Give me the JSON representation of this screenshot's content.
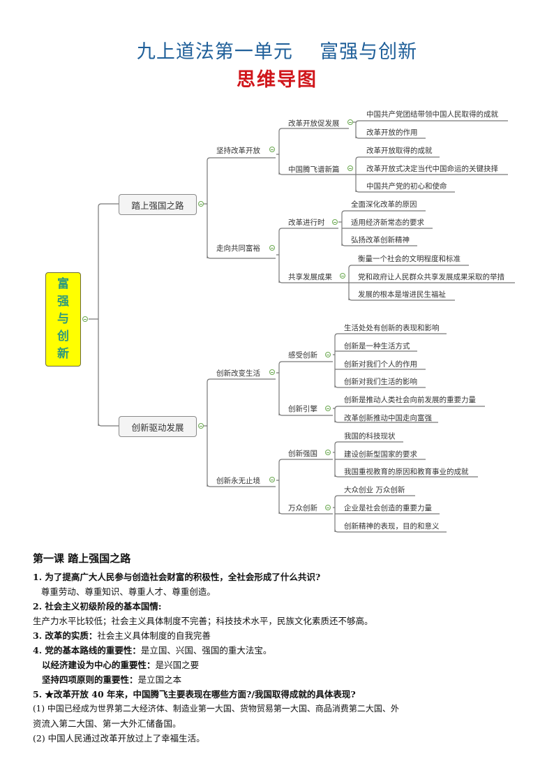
{
  "title": {
    "line1": "九上道法第一单元    富强与创新",
    "line2": "思维导图"
  },
  "colors": {
    "title_blue": "#1f5f99",
    "title_red": "#d0161b",
    "root_bg": "#ffff00",
    "root_text": "#2f9a7c",
    "toggle_green": "#6aa84f"
  },
  "mindmap": {
    "root": {
      "label_chars": [
        "富",
        "强",
        "与",
        "创",
        "新"
      ]
    },
    "branches": [
      {
        "label": "踏上强国之路",
        "children": [
          {
            "label": "坚持改革开放",
            "children": [
              {
                "label": "改革开放促发展",
                "children": [
                  "中国共产党团结带领中国人民取得的成就",
                  "改革开放的作用"
                ]
              },
              {
                "label": "中国腾飞谱新篇",
                "children": [
                  "改革开放取得的成就",
                  "改革开放式决定当代中国命运的关键抉择",
                  "中国共产党的初心和使命"
                ]
              }
            ]
          },
          {
            "label": "走向共同富裕",
            "children": [
              {
                "label": "改革进行时",
                "children": [
                  "全面深化改革的原因",
                  "适用经济新常态的要求",
                  "弘扬改革创新精神"
                ]
              },
              {
                "label": "共享发展成果",
                "children": [
                  "衡量一个社会的文明程度和标准",
                  "党和政府让人民群众共享发展成果采取的举措",
                  "发展的根本是增进民生福祉"
                ]
              }
            ]
          }
        ]
      },
      {
        "label": "创新驱动发展",
        "children": [
          {
            "label": "创新改变生活",
            "children": [
              {
                "label": "感受创新",
                "children": [
                  "生活处处有创新的表现和影响",
                  "创新是一种生活方式",
                  "创新对我们个人的作用",
                  "创新对我们生活的影响"
                ]
              },
              {
                "label": "创新引擎",
                "children": [
                  "创新是推动人类社会向前发展的重要力量",
                  "改革创新推动中国走向富强"
                ]
              }
            ]
          },
          {
            "label": "创新永无止境",
            "children": [
              {
                "label": "创新强国",
                "children": [
                  "我国的科技现状",
                  "建设创新型国家的要求",
                  "我国重视教育的原因和教育事业的成就"
                ]
              },
              {
                "label": "万众创新",
                "children": [
                  "大众创业  万众创新",
                  "企业是社会创造的重要力量",
                  "创新精神的表现，目的和意义"
                ]
              }
            ]
          }
        ]
      }
    ]
  },
  "notes": {
    "lesson_title": "第一课  踏上强国之路",
    "lines": [
      {
        "bold": "1. 为了提高广大人民参与创造社会财富的积极性，全社会形成了什么共识?",
        "text": ""
      },
      {
        "bold": "",
        "text": "   尊重劳动、尊重知识、尊重人才、尊重创造。"
      },
      {
        "bold": "2.  社会主义初级阶段的基本国情:",
        "text": ""
      },
      {
        "bold": "",
        "text": "生产力水平比较低；社会主义具体制度不完善；科技技术水平，民族文化素质还不够高。"
      },
      {
        "bold": "3.  改革的实质：",
        "text": "社会主义具体制度的自我完善"
      },
      {
        "bold": "4. 党的基本路线的重要性：",
        "text": "是立国、兴国、强国的重大法宝。"
      },
      {
        "bold": "   以经济建设为中心的重要性：",
        "text": "是兴国之要"
      },
      {
        "bold": "   坚持四项原则的重要性：",
        "text": "是立国之本"
      },
      {
        "bold": "5. ★改革开放 40 年来，中国腾飞主要表现在哪些方面?/我国取得成就的具体表现?",
        "text": ""
      },
      {
        "bold": "",
        "text": "(1) 中国已经成为世界第二大经济体、制造业第一大国、货物贸易第一大国、商品消费第二大国、外"
      },
      {
        "bold": "",
        "text": "资流入第二大国、第一大外汇储备国。"
      },
      {
        "bold": "",
        "text": "(2) 中国人民通过改革开放过上了幸福生活。"
      }
    ]
  }
}
